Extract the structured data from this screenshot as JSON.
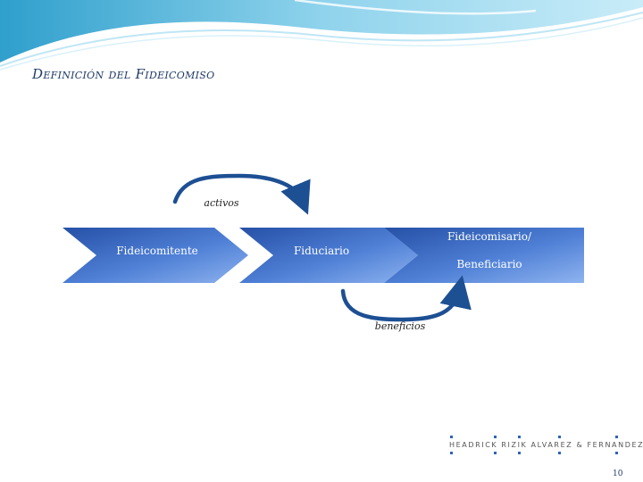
{
  "slide": {
    "title": "Definición del Fideicomiso",
    "page_number": "10"
  },
  "diagram": {
    "stages": [
      {
        "label": "Fideicomitente"
      },
      {
        "label": "Fiduciario"
      },
      {
        "label_line1": "Fideicomisario/",
        "label_line2": "Beneficiario"
      }
    ],
    "arcs": [
      {
        "label": "activos"
      },
      {
        "label": "beneficios"
      }
    ]
  },
  "footer": {
    "logo_text": "HEADRICK  RIZIK  ALVAREZ  &  FERNANDEZ"
  },
  "colors": {
    "accent": "#2f63b8",
    "chevron_light": "#6f99e0",
    "arc": "#1d4f93",
    "header_teal": "#4fb3d9"
  }
}
